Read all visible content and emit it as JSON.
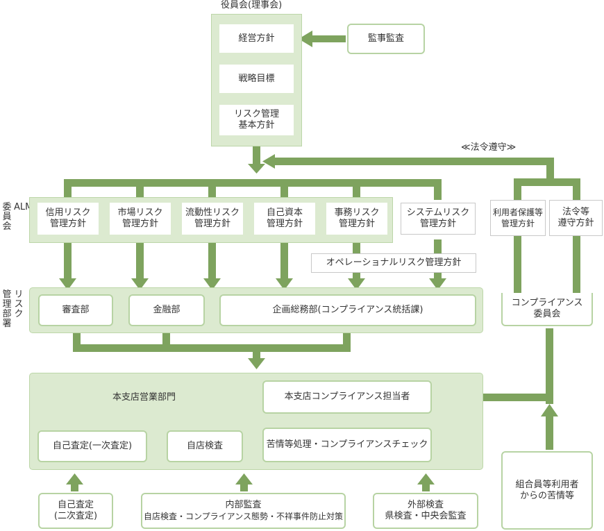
{
  "board": {
    "title": "役員会(理事会)",
    "items": [
      {
        "lines": [
          "経営方針"
        ]
      },
      {
        "lines": [
          "戦略目標"
        ]
      },
      {
        "lines": [
          "リスク管理",
          "基本方針"
        ]
      }
    ]
  },
  "audit": {
    "lines": [
      "監事監査"
    ]
  },
  "compliance_law_label": "≪法令遵守≫",
  "alm": {
    "side_label_a": "委員会",
    "side_label_b": "ALM",
    "policies": [
      {
        "lines": [
          "信用リスク",
          "管理方針"
        ]
      },
      {
        "lines": [
          "市場リスク",
          "管理方針"
        ]
      },
      {
        "lines": [
          "流動性リスク",
          "管理方針"
        ]
      },
      {
        "lines": [
          "自己資本",
          "管理方針"
        ]
      },
      {
        "lines": [
          "事務リスク",
          "管理方針"
        ]
      }
    ]
  },
  "system_risk": {
    "lines": [
      "システムリスク",
      "管理方針"
    ]
  },
  "operational_risk": {
    "lines": [
      "オペレーショナルリスク管理方針"
    ]
  },
  "user_protection": {
    "lines": [
      "利用者保護等",
      "管理方針"
    ]
  },
  "law_policy": {
    "lines": [
      "法令等",
      "遵守方針"
    ]
  },
  "risk_mgmt": {
    "side_label_a": "管理部署",
    "side_label_b": "リスク",
    "depts": [
      {
        "lines": [
          "審査部"
        ]
      },
      {
        "lines": [
          "金融部"
        ]
      },
      {
        "lines": [
          "企画総務部(コンプライアンス統括課)"
        ]
      }
    ]
  },
  "compliance_committee": {
    "lines": [
      "コンプライアンス",
      "委員会"
    ]
  },
  "branch": {
    "title": "本支店営業部門",
    "officer": {
      "lines": [
        "本支店コンプライアンス担当者"
      ]
    },
    "items": [
      {
        "lines": [
          "自己査定(一次査定)"
        ]
      },
      {
        "lines": [
          "自店検査"
        ]
      },
      {
        "lines": [
          "苦情等処理・コンプライアンスチェック"
        ]
      }
    ]
  },
  "complaints": {
    "lines": [
      "組合員等利用者",
      "からの苦情等"
    ]
  },
  "bottom": [
    {
      "lines": [
        "自己査定",
        "(二次査定)"
      ]
    },
    {
      "lines": [
        "内部監査",
        "自店検査・コンプライアンス態勢・不祥事件防止対策"
      ]
    },
    {
      "lines": [
        "外部検査",
        "県検査・中央会監査"
      ]
    }
  ],
  "colors": {
    "arrow": "#7ea35e",
    "panel": "#dcead0",
    "panel_border": "#bcd6a8",
    "box_border": "#b7d3a3",
    "gray_border": "#c8c8c8"
  }
}
